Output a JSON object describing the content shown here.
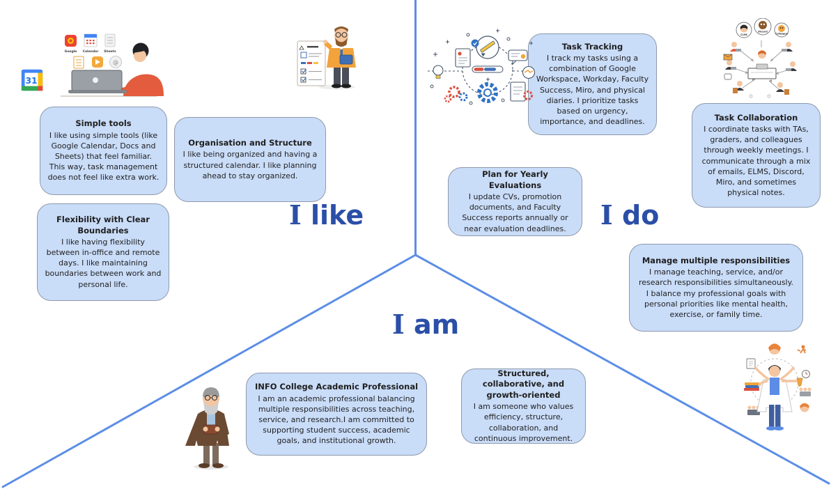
{
  "colors": {
    "divider": "#5c8ee6",
    "label": "#2b4fa7",
    "note_bg": "#c9dcf8",
    "note_border": "#8d99ad",
    "text": "#1f1f1f"
  },
  "sections": {
    "i_like": {
      "label": "I like",
      "notes": [
        {
          "title": "Simple tools",
          "body": "I like using simple tools (like Google Calendar, Docs and Sheets) that feel familiar. This way, task management does not feel like extra work."
        },
        {
          "title": "Organisation and Structure",
          "body": "I like being organized and having a structured calendar. I like planning ahead to stay organized."
        },
        {
          "title": "Flexibility with Clear Boundaries",
          "body": "I like having flexibility between in-office and remote days. I like maintaining boundaries between work and personal life."
        }
      ]
    },
    "i_do": {
      "label": "I do",
      "notes": [
        {
          "title": "Task Tracking",
          "body": "I track my tasks using a combination of Google Workspace, Workday, Faculty Success, Miro, and physical diaries. I prioritize tasks based on urgency, importance, and deadlines."
        },
        {
          "title": "Plan for Yearly Evaluations",
          "body": "I update CVs, promotion documents, and Faculty Success reports annually or near evaluation deadlines."
        },
        {
          "title": "Task Collaboration",
          "body": "I coordinate tasks with TAs, graders, and colleagues through weekly meetings. I communicate through a mix of emails, ELMS, Discord, Miro, and sometimes physical notes."
        },
        {
          "title": "Manage multiple responsibilities",
          "body": "I manage teaching, service, and/or research responsibilities simultaneously. I balance my professional goals with personal priorities like mental health, exercise, or family time."
        }
      ]
    },
    "i_am": {
      "label": "I am",
      "notes": [
        {
          "title": "INFO College Academic Professional",
          "body": "I am an academic professional balancing multiple responsibilities across teaching, service, and research.I am committed to supporting student success, academic goals, and institutional growth."
        },
        {
          "title": "Structured, collaborative, and growth-oriented",
          "body": "I am someone who values efficiency, structure, collaboration, and continuous improvement."
        }
      ]
    }
  },
  "illustrations": {
    "calendar_logo": {
      "date": "31"
    },
    "workspace": {
      "app_labels": [
        "Google",
        "Calendar",
        "Sheets"
      ],
      "at_symbol": "@"
    },
    "meeting": {
      "labels": [
        "CLMS",
        "Discord",
        "Colleague"
      ]
    }
  }
}
